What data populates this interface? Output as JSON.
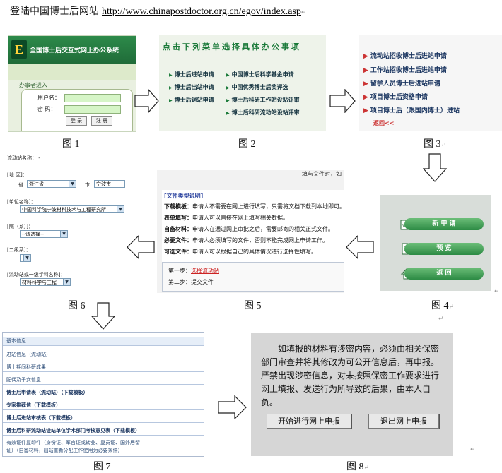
{
  "header": {
    "title": "登陆中国博士后网站",
    "url": "http://www.chinapostdoctor.org.cn/egov/index.asp",
    "mark": "↵"
  },
  "marks": {
    "para": "↵"
  },
  "captions": [
    "图 1",
    "图 2",
    "图 3",
    "图 4",
    "图 5",
    "图 6",
    "图 7",
    "图 8"
  ],
  "fig1": {
    "logo": "E",
    "banner": "全国博士后交互式网上办公系统",
    "section_label": "办事者进入",
    "username_label": "用户名：",
    "password_label": "密  码：",
    "login_button": "登 录",
    "register_button": "注 册"
  },
  "fig2": {
    "heading": "点击下列菜单选择具体办公事项",
    "items": [
      "博士后进站申请",
      "中国博士后科学基金申请",
      "博士后出站申请",
      "中国优秀博士后奖评选",
      "博士后退站申请",
      "博士后科研工作站设站评审",
      "博士后科研流动站设站评审"
    ]
  },
  "fig3": {
    "arrow": "▶",
    "items": [
      "流动站招收博士后进站申请",
      "工作站招收博士后进站申请",
      "留学人员博士后进站申请",
      "项目博士后资格申请",
      "项目博士后（限国内博士）进站"
    ],
    "back": "返回<<"
  },
  "fig4": {
    "buttons": [
      "新 申 请",
      "预 览",
      "返 回"
    ],
    "icon_new_text": "NEW",
    "icons": [
      "new-icon",
      "document-icon",
      "home-icon"
    ]
  },
  "fig5": {
    "top_text": "填与文件时，如",
    "heading": "[文件类型说明]",
    "rows": [
      {
        "term": "下载模板：",
        "desc": "申请人不需要在网上进行填写，只需将文档下载到本地即可。"
      },
      {
        "term": "表单填写：",
        "desc": "申请人可以直接在网上填写相关数据。"
      },
      {
        "term": "自备材料：",
        "desc": "申请人在通过网上审批之后，需要邮寄的相关正式文件。"
      },
      {
        "term": "必要文件：",
        "desc": "申请人必须填写的文件，否则不能完成网上申请工作。"
      },
      {
        "term": "可选文件：",
        "desc": "申请人可以根据自己的具体情况进行选择性填写。"
      }
    ],
    "step1_label": "第一步：",
    "step1_link": "选择流动站",
    "step2_label": "第二步：",
    "step2_text": "提交文件"
  },
  "fig6": {
    "station_name": "流动站名称： -",
    "region_label": "[地    区]：",
    "province_label": "省",
    "province": "浙江省",
    "city_label": "市",
    "city": "宁波市",
    "unit_label": "[单位名称]：",
    "unit": "中国科学院宁波材料技术与工程研究所",
    "dept_label": "[院（系）]：",
    "dept": "--请选择--",
    "subdept_label": "[二级系]：",
    "subdept": "",
    "discipline_label": "[流动站或一级学科名称]：",
    "discipline": "材料科学与工程",
    "dropdown": "▼"
  },
  "fig7": {
    "rows": [
      {
        "text": "基本信息",
        "bold": false
      },
      {
        "text": "进站信息（流动站）",
        "bold": false
      },
      {
        "text": "博士期间科研成果",
        "bold": false
      },
      {
        "text": "配偶及子女信息",
        "bold": false
      },
      {
        "text": "博士后申请表（流动站）（下载模板）",
        "bold": true
      },
      {
        "text": "专家推荐信（下载模板）",
        "bold": true
      },
      {
        "text": "博士后进站审核表（下载模板）",
        "bold": true
      },
      {
        "text": "博士后科研流动站设站单位学术部门考核意见表（下载模板）",
        "bold": true
      },
      {
        "text": "有效证件复印件（身份证、军官证或转业、复员证、国外居留",
        "bold": false
      },
      {
        "text": "证）（自备材料，出站重新分配工作使用为必要条件）",
        "bold": false
      }
    ]
  },
  "fig8": {
    "notice": "如填报的材料有涉密内容，必须由相关保密部门审查并将其修改为可公开信息后，再申报。严禁出现涉密信息，对未按照保密工作要求进行网上填报、发送行为所导致的后果，由本人自负。",
    "start_button": "开始进行网上申报",
    "exit_button": "退出网上申报"
  }
}
